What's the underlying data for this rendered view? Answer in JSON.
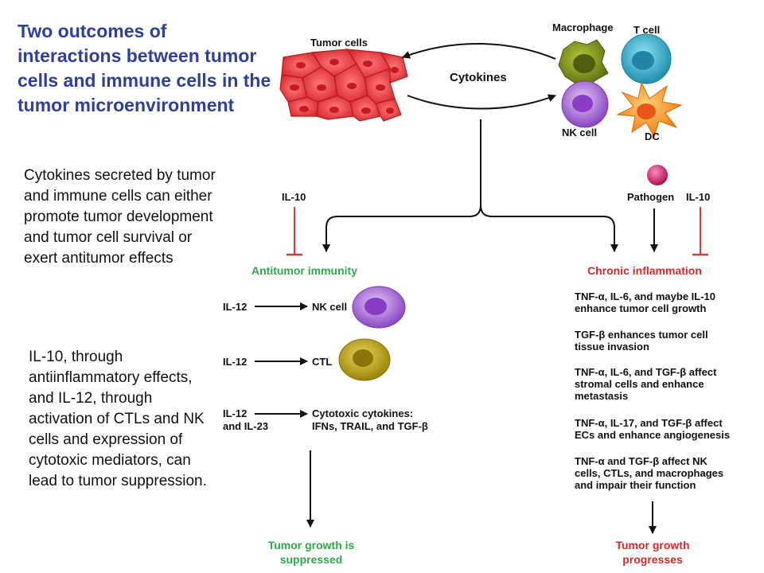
{
  "title": "Two outcomes of interactions between tumor cells and immune cells in the tumor microenvironment",
  "para1": "Cytokines secreted by tumor and immune cells can either promote tumor development and tumor cell survival or exert antitumor effects",
  "para2": "IL-10, through antiinflammatory effects, and IL-12, through activation of CTLs and NK cells and expression of cytotoxic mediators, can lead to tumor suppression.",
  "diagram": {
    "tumor_cells": "Tumor cells",
    "cytokines": "Cytokines",
    "macrophage": "Macrophage",
    "t_cell": "T cell",
    "nk_cell_top": "NK cell",
    "dc": "DC",
    "il10_left": "IL-10",
    "pathogen": "Pathogen",
    "il10_right": "IL-10",
    "antitumor": "Antitumor immunity",
    "chronic": "Chronic inflammation",
    "il12_a": "IL-12",
    "nk_cell": "NK cell",
    "il12_b": "IL-12",
    "ctl": "CTL",
    "il12_c1": "IL-12",
    "il12_c2": "and IL-23",
    "cytotoxic1": "Cytotoxic cytokines:",
    "cytotoxic2": "IFNs, TRAIL, and TGF-β",
    "left_outcome1": "Tumor growth is",
    "left_outcome2": "suppressed",
    "r1a": "TNF-α, IL-6, and maybe IL-10",
    "r1b": "enhance tumor cell growth",
    "r2a": "TGF-β enhances tumor cell",
    "r2b": "tissue invasion",
    "r3a": "TNF-α, IL-6, and TGF-β affect",
    "r3b": "stromal cells and enhance",
    "r3c": "metastasis",
    "r4a": "TNF-α, IL-17, and TGF-β affect",
    "r4b": "ECs and enhance angiogenesis",
    "r5a": "TNF-α and TGF-β affect NK",
    "r5b": "cells, CTLs, and macrophages",
    "r5c": "and impair their function",
    "right_outcome1": "Tumor growth",
    "right_outcome2": "progresses"
  },
  "colors": {
    "title": "#2f3f9b",
    "green_label": "#2ea84a",
    "red_label": "#d42a2a",
    "inhibit": "#d43b3b",
    "tumor": "#e8383b",
    "macrophage": "#7a8f1a",
    "t_cell": "#27a9c9",
    "nk": "#9b5bd1",
    "dc": "#f28a1c",
    "ctl": "#b59a12",
    "pathogen": "#d4176b"
  }
}
